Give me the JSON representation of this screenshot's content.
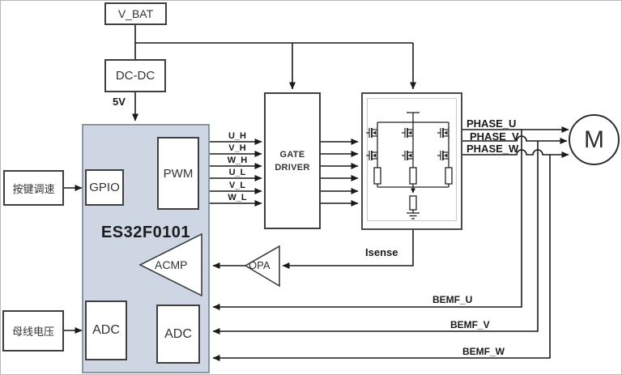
{
  "diagram": {
    "power": {
      "vbat": "V_BAT",
      "dcdc": "DC-DC",
      "rail_5v": "5V"
    },
    "mcu": {
      "title": "ES32F0101",
      "pwm": "PWM",
      "gpio": "GPIO",
      "acmp": "ACMP",
      "adc_bus": "ADC",
      "adc_bemf": "ADC"
    },
    "inputs": {
      "key_speed": "按键调速",
      "bus_voltage": "母线电压"
    },
    "gate_driver": {
      "line1": "GATE",
      "line2": "DRIVER"
    },
    "opa": "OPA",
    "isense": "Isense",
    "motor": "M",
    "pwm_signals": [
      "U_H",
      "V_H",
      "W_H",
      "U_L",
      "V_L",
      "W_L"
    ],
    "phase_signals": [
      "PHASE_U",
      "PHASE_V",
      "PHASE_W"
    ],
    "bemf_signals": [
      "BEMF_U",
      "BEMF_V",
      "BEMF_W"
    ],
    "colors": {
      "mcu_fill": "#cdd6e2",
      "mcu_border": "#8b95a3",
      "wire": "#1a1a1a",
      "box_border": "#3f3f3f",
      "background": "#ffffff"
    }
  }
}
